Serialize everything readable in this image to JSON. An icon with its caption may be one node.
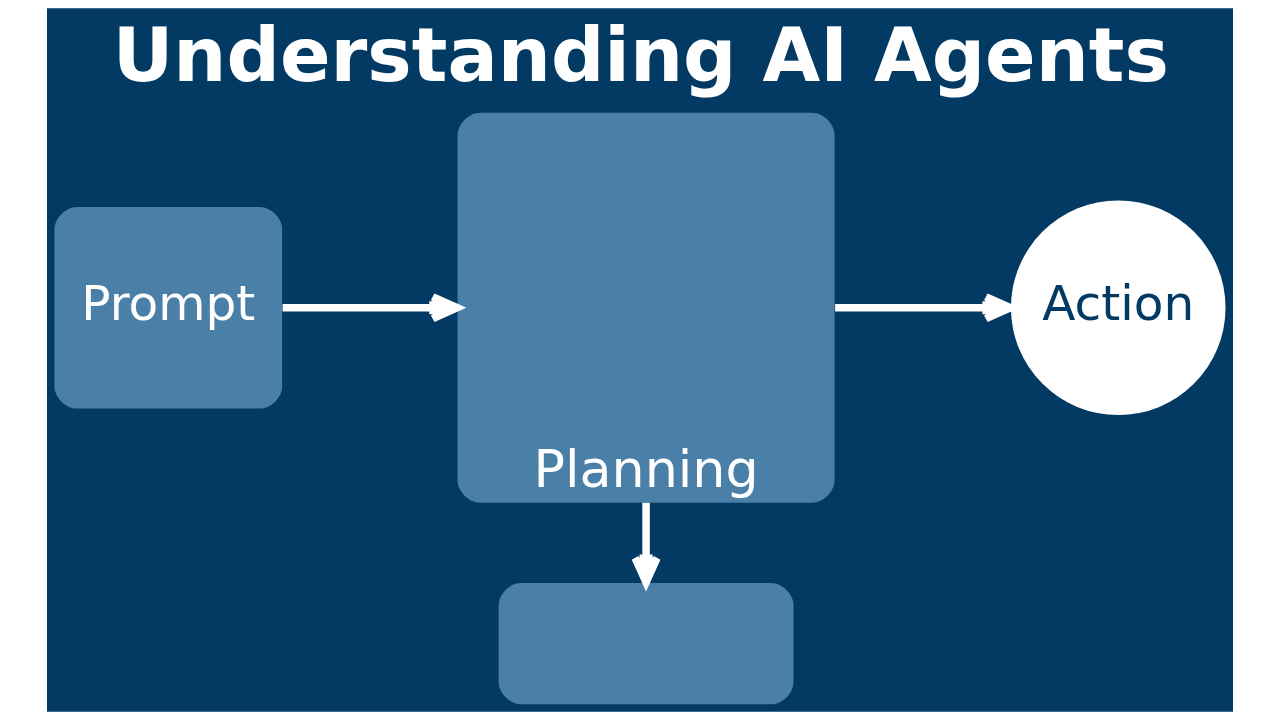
{
  "diagram": {
    "title": "Understanding AI Agents",
    "nodes": [
      {
        "text": [
          "Prompt"
        ]
      },
      {
        "text": [
          "Planning"
        ]
      },
      {
        "text": [
          "Action"
        ]
      },
      {
        "text": [],
        "shape": "box"
      }
    ],
    "edges": [
      {
        "from": 0,
        "to": 1,
        "arrow": "to"
      },
      {
        "from": 1,
        "to": 2,
        "arrow": "to"
      },
      {
        "from": 1,
        "to": 3,
        "arrow": "to"
      }
    ]
  }
}
